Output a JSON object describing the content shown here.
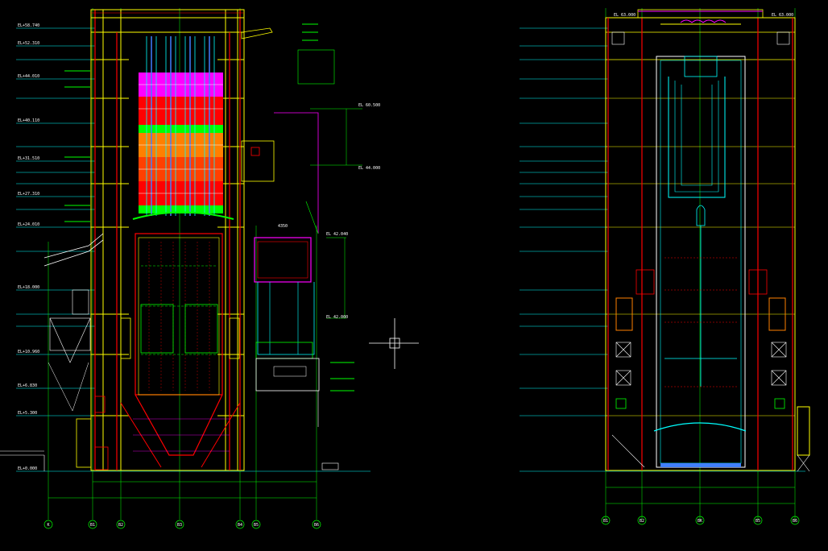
{
  "left_view": {
    "elevation_labels": [
      "EL+58.740",
      "EL+52.310",
      "EL+44.010",
      "EL+40.110",
      "EL+31.510",
      "EL+27.310",
      "EL+24.010",
      "EL+18.000",
      "EL+10.960",
      "EL+6.830",
      "EL+5.300",
      "EL+0.000"
    ],
    "axis_labels": [
      "K",
      "B1",
      "B2",
      "B3",
      "B4",
      "B5",
      "B6"
    ],
    "annotations": {
      "top_right_1": "EL 60.500",
      "top_right_2": "EL 42.040",
      "level_note": "EL 44.000",
      "level_note_2": "EL 42.000",
      "small_note": "4350"
    }
  },
  "right_view": {
    "axis_labels": [
      "B1",
      "B2",
      "BK",
      "B5",
      "B6"
    ],
    "top_note_left": "EL 63.000",
    "top_note_right": "EL 63.000"
  },
  "colors": {
    "background": "#000000",
    "yellow": "#ffff00",
    "red": "#ff0000",
    "green": "#00ff00",
    "cyan": "#00ffff",
    "magenta": "#ff00ff",
    "white": "#ffffff",
    "orange": "#ff8000",
    "blue": "#4080ff"
  },
  "cursor_icon": "crosshair-icon"
}
